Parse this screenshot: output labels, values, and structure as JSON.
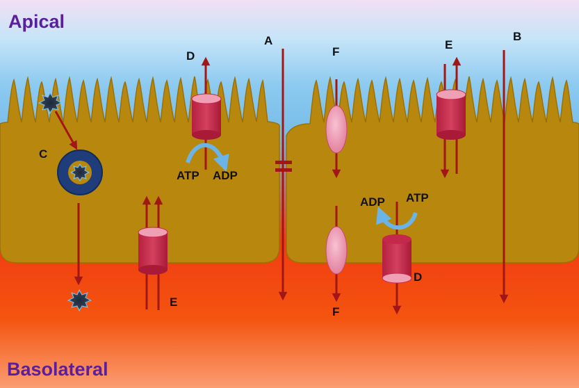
{
  "regions": {
    "apical": "Apical",
    "basolateral": "Basolateral"
  },
  "labels": {
    "A": "A",
    "B": "B",
    "C": "C",
    "D_left": "D",
    "D_right": "D",
    "E_left": "E",
    "E_right": "E",
    "F_top": "F",
    "F_bottom": "F"
  },
  "energy": {
    "left_atp": "ATP",
    "left_adp": "ADP",
    "right_adp": "ADP",
    "right_atp": "ATP"
  },
  "colors": {
    "cell": "#b8880e",
    "cell_edge": "#9a7008",
    "arrow": "#a31616",
    "transporter_body": "#c4284a",
    "transporter_top": "#f0a0b4",
    "carrier": "#ee9ab3",
    "vesicle": "#1e3d7a",
    "title": "#5a1f9c"
  }
}
